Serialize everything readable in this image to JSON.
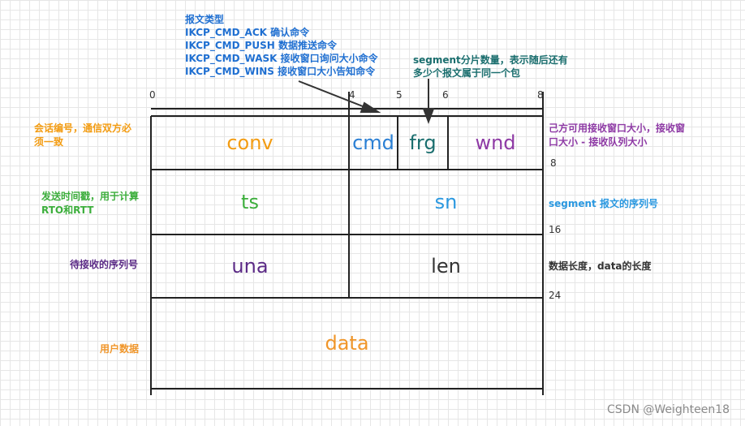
{
  "top_annotation": {
    "title": "报文类型",
    "lines": [
      "IKCP_CMD_ACK 确认命令",
      "IKCP_CMD_PUSH 数据推送命令",
      "IKCP_CMD_WASK 接收窗口询问大小命令",
      "IKCP_CMD_WINS 接收窗口大小告知命令"
    ]
  },
  "frg_annotation": {
    "line1": "segment分片数量，表示随后还有",
    "line2": "多少个报文属于同一个包"
  },
  "top_ticks": [
    "0",
    "4",
    "5",
    "6",
    "8"
  ],
  "right_ticks": [
    "8",
    "16",
    "24"
  ],
  "fields": {
    "conv": "conv",
    "cmd": "cmd",
    "frg": "frg",
    "wnd": "wnd",
    "ts": "ts",
    "sn": "sn",
    "una": "una",
    "len": "len",
    "data": "data"
  },
  "left_labels": {
    "conv_line1": "会话编号，通信双方必",
    "conv_line2": "须一致",
    "ts_line1": "发送时间戳，用于计算",
    "ts_line2": "RTO和RTT",
    "una": "待接收的序列号",
    "data": "用户数据"
  },
  "right_labels": {
    "wnd_line1": "己方可用接收窗口大小，接收窗",
    "wnd_line2": "口大小 - 接收队列大小",
    "sn": "segment 报文的序列号",
    "len": "数据长度，data的长度"
  },
  "watermark": "CSDN @Weighteen18",
  "colors": {
    "conv": "#f39c12",
    "cmd": "#2a7fd4",
    "frg": "#1a6e6e",
    "wnd": "#8e3aa5",
    "ts": "#3cae3c",
    "sn": "#2a98e0",
    "una": "#5b2a86",
    "len": "#333333",
    "data": "#f0962a"
  }
}
